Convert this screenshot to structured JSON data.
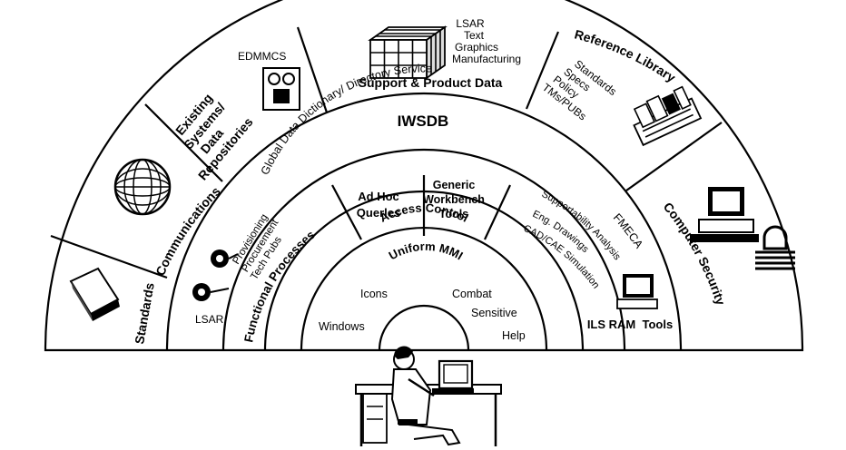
{
  "outer_ring": {
    "standards": "Standards",
    "communications": "Communications",
    "existing_systems": [
      "Existing",
      "Systems/",
      "Data",
      "Repositories"
    ],
    "edmmcs": "EDMMCS",
    "support_product_data": "Support & Product Data",
    "support_items": [
      "LSAR",
      "Text",
      "Graphics",
      "Manufacturing"
    ],
    "reference_library": "Reference Library",
    "reference_items": [
      "Standards",
      "Specs",
      "Policy",
      "TMs/PUBs"
    ],
    "computer_security": "Computer Security"
  },
  "iwsdb_ring": {
    "title": "IWSDB",
    "words": [
      "Global",
      "Data",
      "Dictionary/",
      "Directory",
      "Service"
    ],
    "ad_hoc": [
      "Ad Hoc",
      "Querles"
    ],
    "generic": [
      "Generic",
      "Workbench",
      "Tools"
    ]
  },
  "functional": {
    "title": "Functional Processes",
    "items": [
      "Provisioning",
      "Procurement",
      "Tech Pubs"
    ],
    "lsar": "LSAR"
  },
  "ils": {
    "title": "ILS RAM  Tools",
    "fmeca": "FMECA",
    "items": [
      "Supportability Analysis",
      "Eng. Drawings",
      "CAD/CAE Simulation"
    ]
  },
  "access_control": "Access Control",
  "mmi": {
    "title": "Uniform MMI",
    "icons": "Icons",
    "combat": "Combat",
    "sensitive": "Sensitive",
    "windows": "Windows",
    "help": "Help"
  },
  "icons": [
    "globe-icon",
    "book-icon",
    "disk-drive-icon",
    "cube-grid-icon",
    "library-binders-icon",
    "computer-lock-icon",
    "tape-reels-icon",
    "terminal-icon",
    "user-at-desk-icon"
  ]
}
